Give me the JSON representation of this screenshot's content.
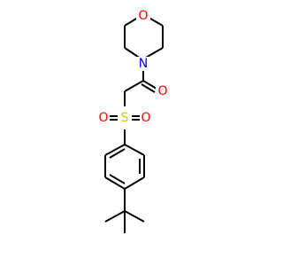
{
  "atoms": {
    "morpholine_o": {
      "symbol": "O",
      "color": "#ff0000"
    },
    "morpholine_n": {
      "symbol": "N",
      "color": "#0000ff"
    },
    "carbonyl_o": {
      "symbol": "O",
      "color": "#ff0000"
    },
    "sulfur": {
      "symbol": "S",
      "color": "#cccc00"
    },
    "sulfonyl_o_left": {
      "symbol": "O",
      "color": "#ff0000"
    },
    "sulfonyl_o_right": {
      "symbol": "O",
      "color": "#ff0000"
    }
  },
  "colors": {
    "bond": "#000000",
    "background": "#ffffff"
  }
}
